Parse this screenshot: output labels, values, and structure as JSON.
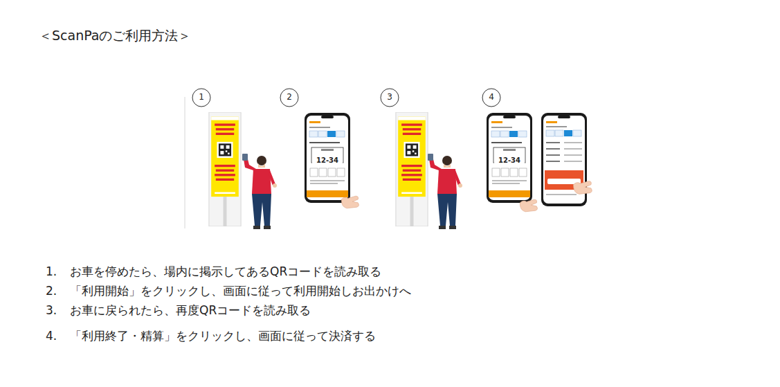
{
  "diagram": {
    "title": "＜ScanPaのご利用方法＞",
    "labels": [
      "1",
      "2",
      "3",
      "4",
      "12-34",
      "12-34",
      "1.",
      "お車を停めたら、場内に掲示してあるQRコードを読み取る",
      "2.",
      "「利用開始」をクリックし、画面に従って利用開始しお出かけへ",
      "3.",
      "お車に戻られたら、再度QRコードを読み取る",
      "4.",
      "「利用終了・精算」をクリックし、画面に従って決済する"
    ]
  }
}
